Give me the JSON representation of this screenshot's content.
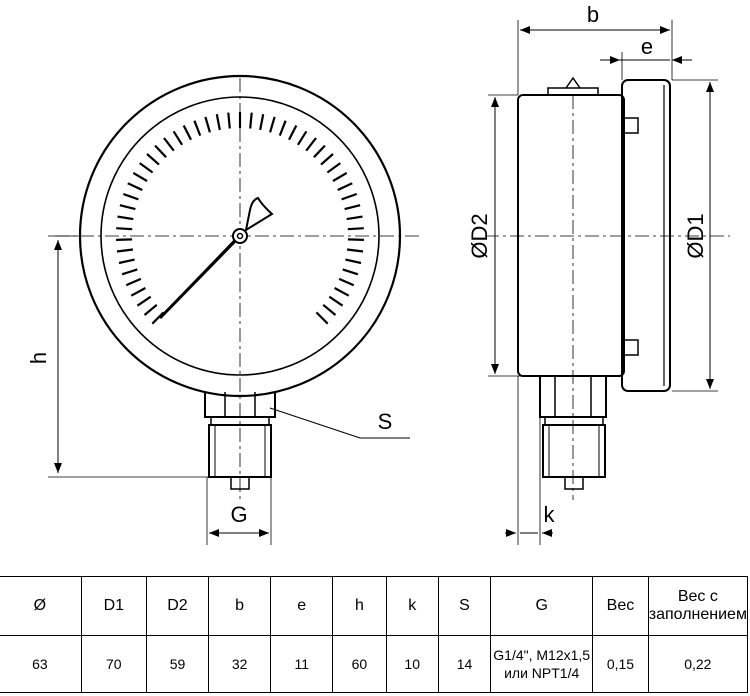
{
  "drawing": {
    "labels": {
      "h": "h",
      "G": "G",
      "S": "S",
      "b": "b",
      "e": "e",
      "D2": "ØD2",
      "D1": "ØD1",
      "k": "k"
    }
  },
  "table": {
    "headers": [
      "Ø",
      "D1",
      "D2",
      "b",
      "e",
      "h",
      "k",
      "S",
      "G",
      "Вес",
      "Вес с заполнением"
    ],
    "values": [
      "63",
      "70",
      "59",
      "32",
      "11",
      "60",
      "10",
      "14",
      "G1/4\", M12x1,5 или NPT1/4",
      "0,15",
      "0,22"
    ]
  }
}
